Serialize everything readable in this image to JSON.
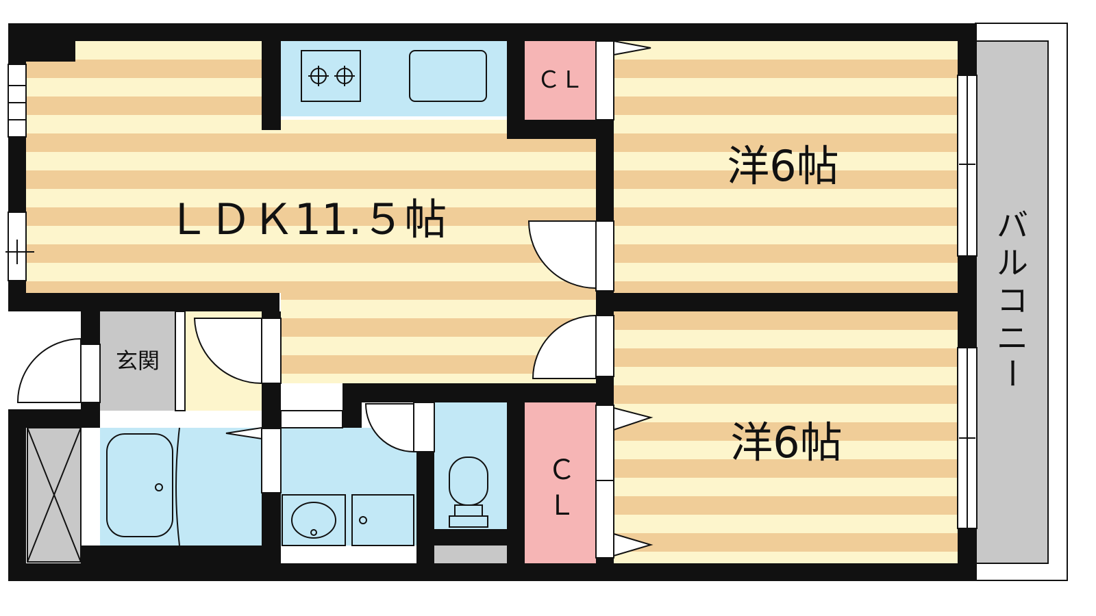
{
  "rooms": {
    "ldk": {
      "label": "ＬＤＫ11.５帖"
    },
    "western_upper": {
      "label": "洋6帖"
    },
    "western_lower": {
      "label": "洋6帖"
    },
    "entrance": {
      "label": "玄関"
    },
    "closet_upper": {
      "label": "ＣＬ"
    },
    "closet_lower_line1": {
      "label": "Ｃ"
    },
    "closet_lower_line2": {
      "label": "Ｌ"
    }
  },
  "balcony": {
    "chars": [
      "バ",
      "ル",
      "コ",
      "ニ",
      "ー"
    ]
  },
  "colors": {
    "floor_stripe": "#f0cd98",
    "floor_light": "#fdf5cc",
    "water_area": "#c2e8f6",
    "closet": "#f6b5b5",
    "balcony": "#c8c8c8",
    "entrance": "#c8c8c8",
    "wall": "#111111"
  }
}
